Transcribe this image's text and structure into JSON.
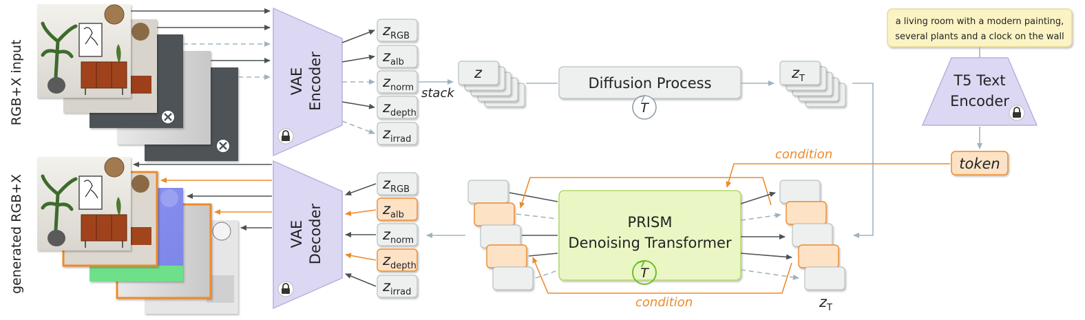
{
  "labels": {
    "input_side": "RGB+X input",
    "output_side": "generated RGB+X",
    "vae_encoder_line1": "VAE",
    "vae_encoder_line2": "Encoder",
    "vae_decoder_line1": "VAE",
    "vae_decoder_line2": "Decoder",
    "stack": "stack",
    "z": "z",
    "z_T_base": "z",
    "z_T_sub": "T",
    "diffusion": "Diffusion Process",
    "T_symbol": "T",
    "t5_line1": "T5 Text",
    "t5_line2": "Encoder",
    "prompt_line1": "a living room with a modern painting,",
    "prompt_line2": "several plants and a clock on the wall",
    "token": "token",
    "condition_top": "condition",
    "condition_bottom": "condition",
    "prism_line1": "PRISM",
    "prism_line2": "Denoising Transformer"
  },
  "latents": [
    {
      "base": "z",
      "sub": "RGB"
    },
    {
      "base": "z",
      "sub": "alb"
    },
    {
      "base": "z",
      "sub": "norm"
    },
    {
      "base": "z",
      "sub": "depth"
    },
    {
      "base": "z",
      "sub": "irrad"
    }
  ],
  "decoder_latents": [
    {
      "base": "z",
      "sub": "RGB",
      "conditioned": false
    },
    {
      "base": "z",
      "sub": "alb",
      "conditioned": true
    },
    {
      "base": "z",
      "sub": "norm",
      "conditioned": false
    },
    {
      "base": "z",
      "sub": "depth",
      "conditioned": true
    },
    {
      "base": "z",
      "sub": "irrad",
      "conditioned": false
    }
  ],
  "colors": {
    "vae": "#dcd8f3",
    "vae_stroke": "#b7b0e0",
    "prism": "#eaf7c4",
    "prism_stroke": "#b5d86a",
    "orange": "#ee8a2a",
    "orange_fill": "#fde2c6",
    "gray_box": "#eef0f0",
    "gray_stroke": "#b9c0c2",
    "prompt_fill": "#fbf3c4",
    "arrow_dark": "#4a5257",
    "arrow_light": "#9fb3bf"
  }
}
